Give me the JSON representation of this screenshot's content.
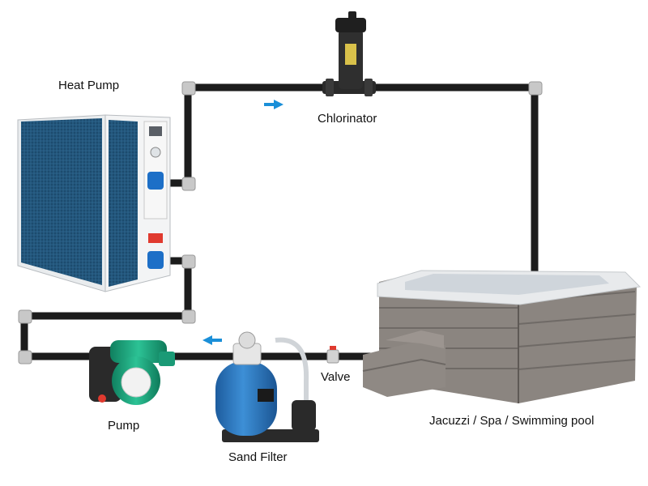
{
  "labels": {
    "heat_pump": "Heat Pump",
    "chlorinator": "Chlorinator",
    "valve": "Valve",
    "pump": "Pump",
    "sand_filter": "Sand Filter",
    "spa": "Jacuzzi / Spa / Swimming pool"
  },
  "flow": [
    "Jacuzzi / Spa / Swimming pool",
    "Valve",
    "Sand Filter",
    "Pump",
    "Heat Pump",
    "Chlorinator",
    "Jacuzzi / Spa / Swimming pool"
  ],
  "colors": {
    "pipe": "#1c1c1c",
    "pipe_joint": "#c8c8c8",
    "arrow": "#1a8fd8",
    "heat_pump_fins": "#1c4b6e",
    "pump_body": "#1aa37f",
    "filter_tank": "#2b78c2",
    "spa_shell": "#e8eaec",
    "spa_panel": "#8b8580"
  },
  "icons": {
    "flow_arrow_top": "arrow-right-icon",
    "flow_arrow_bottom": "arrow-left-icon"
  }
}
